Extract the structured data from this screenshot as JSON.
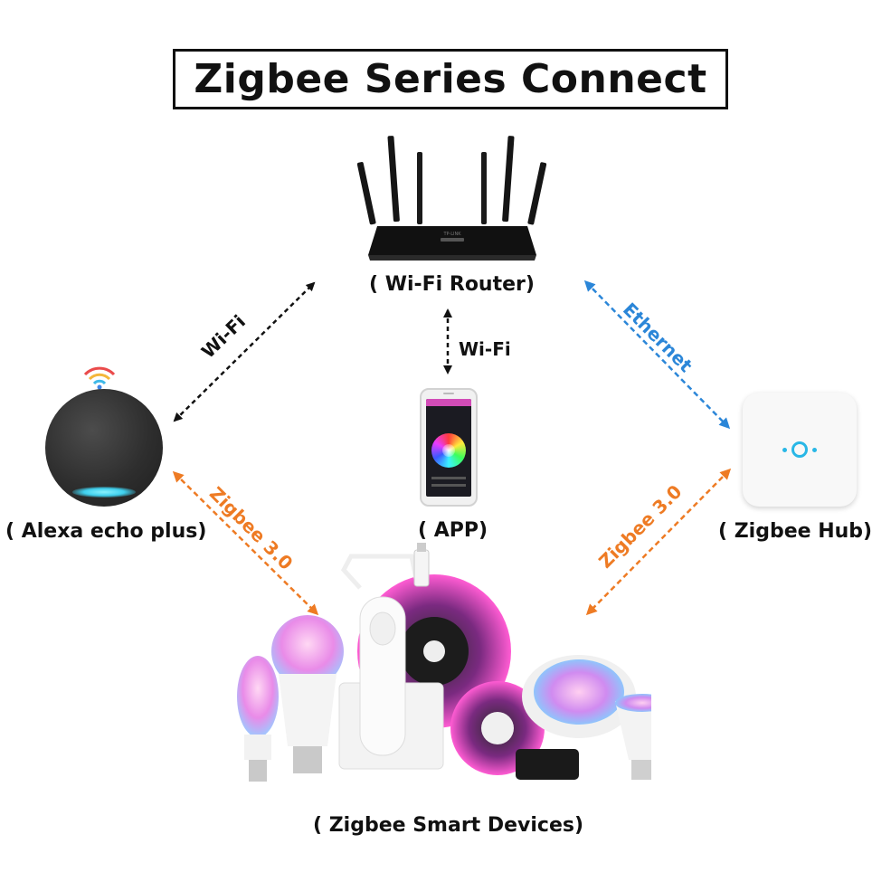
{
  "title": "Zigbee Series Connect",
  "nodes": {
    "router": "( Wi-Fi Router)",
    "alexa": "( Alexa echo plus)",
    "app": "( APP)",
    "hub": "( Zigbee Hub)",
    "devices": "( Zigbee Smart Devices)"
  },
  "connections": {
    "alexa_router": "Wi-Fi",
    "app_router": "Wi-Fi",
    "hub_router": "Ethernet",
    "alexa_devices": "Zigbee 3.0",
    "hub_devices": "Zigbee 3.0"
  },
  "colors": {
    "wifi_line": "#111111",
    "ethernet": "#2b86d8",
    "zigbee": "#ee7b24",
    "alexa_ring": "#3fd0ee",
    "hub_light": "#29b7e6"
  },
  "router_brand": "TP-LINK"
}
